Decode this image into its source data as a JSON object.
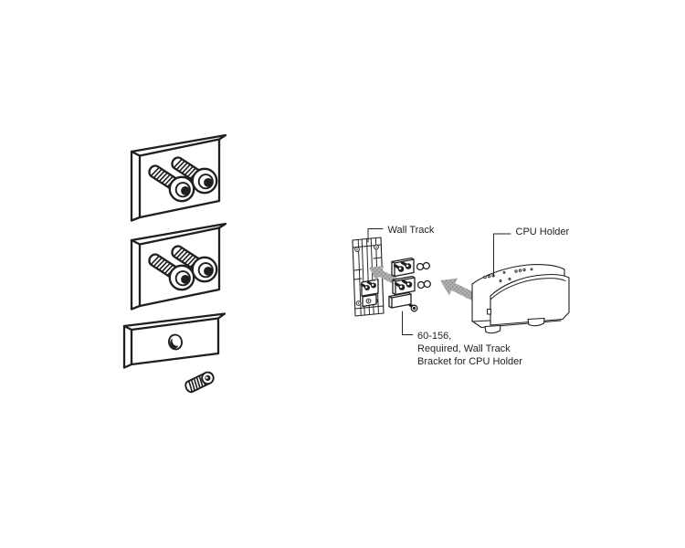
{
  "figure": {
    "type": "technical-line-illustration",
    "description": "Exploded view of wall-track bracket hardware (left) and assembly diagram of bracket kit mounting a CPU holder to a wall track (right)",
    "colors": {
      "ink": "#1f1f1f",
      "arrow_fill": "#b2b2b2",
      "arrow_dot": "#838383",
      "background": "#ffffff"
    },
    "callouts": {
      "wall_track": "Wall Track",
      "cpu_holder": "CPU Holder",
      "note_line1": "60-156,",
      "note_line2": "Required, Wall Track",
      "note_line3": "Bracket for CPU Holder"
    },
    "parts": {
      "left_column": [
        "bracket plate with two socket-head cap screws",
        "bracket plate with two socket-head cap screws",
        "spacer bar with through-hole",
        "set screw"
      ],
      "assembly": [
        "wall track rail",
        "bracket plates with screws and washers",
        "gray insertion arrows",
        "CPU holder"
      ]
    }
  }
}
